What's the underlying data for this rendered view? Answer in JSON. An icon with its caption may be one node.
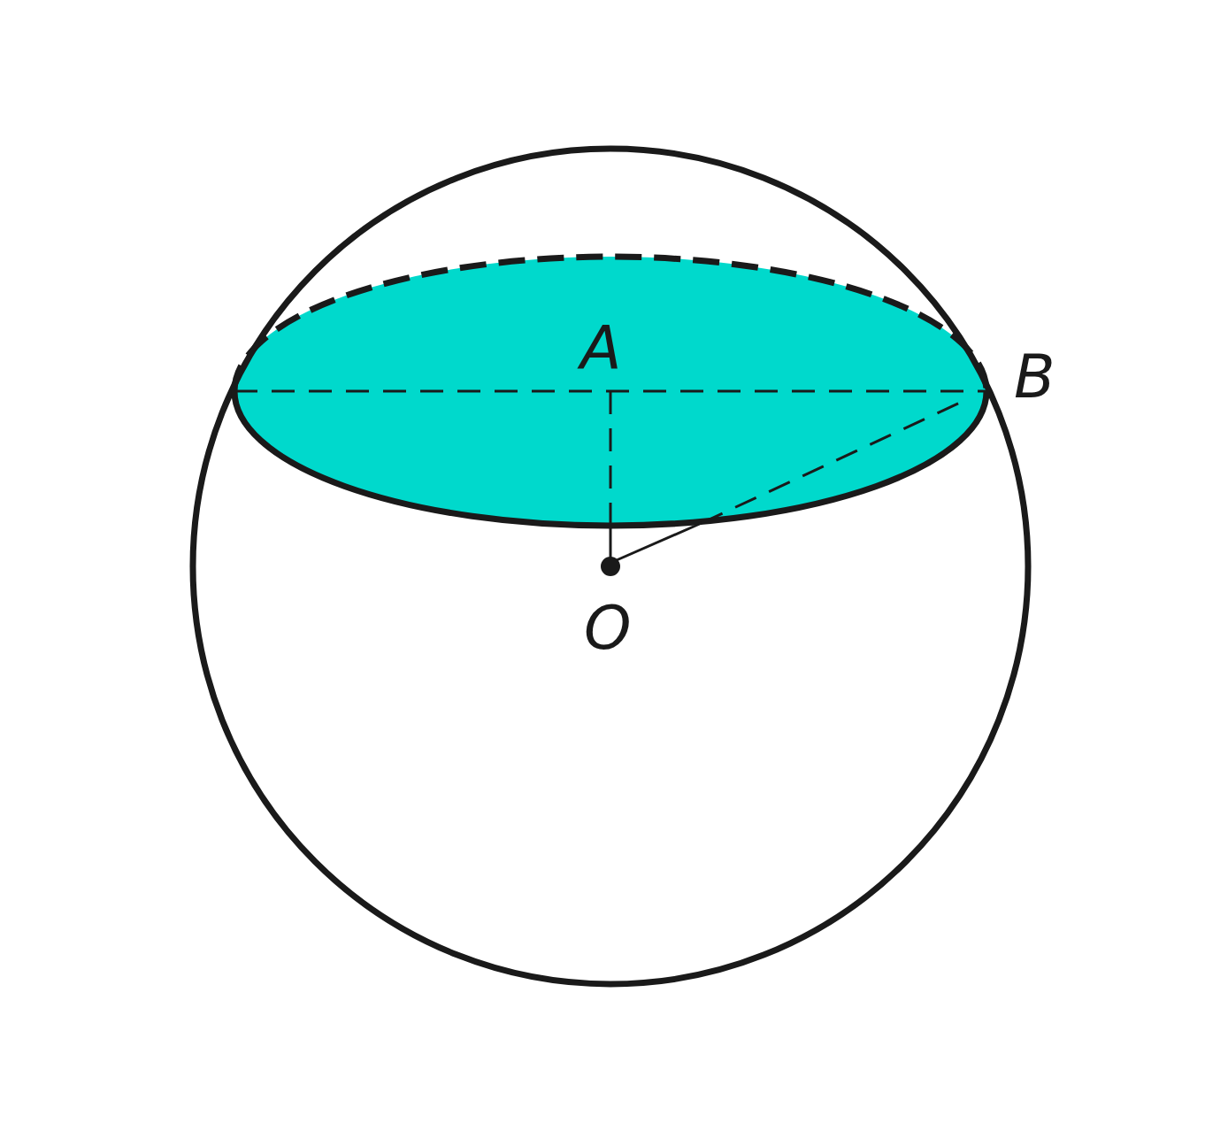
{
  "diagram": {
    "labels": [
      "A",
      "B",
      "O"
    ]
  }
}
